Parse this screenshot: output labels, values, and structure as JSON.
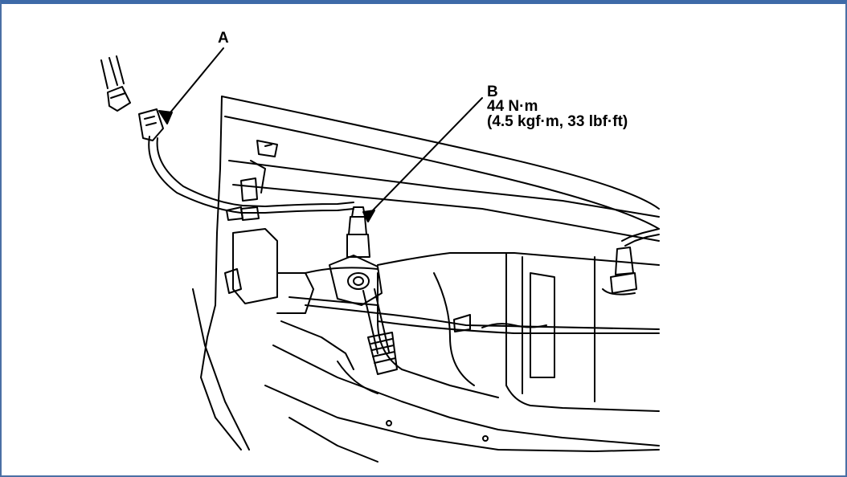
{
  "callouts": {
    "a": "A",
    "b": "B",
    "torque_nm": "44 N·m",
    "torque_alt": "(4.5 kgf·m, 33 lbf·ft)"
  },
  "colors": {
    "frame": "#3e6aa8",
    "line": "#000000",
    "background": "#ffffff"
  }
}
